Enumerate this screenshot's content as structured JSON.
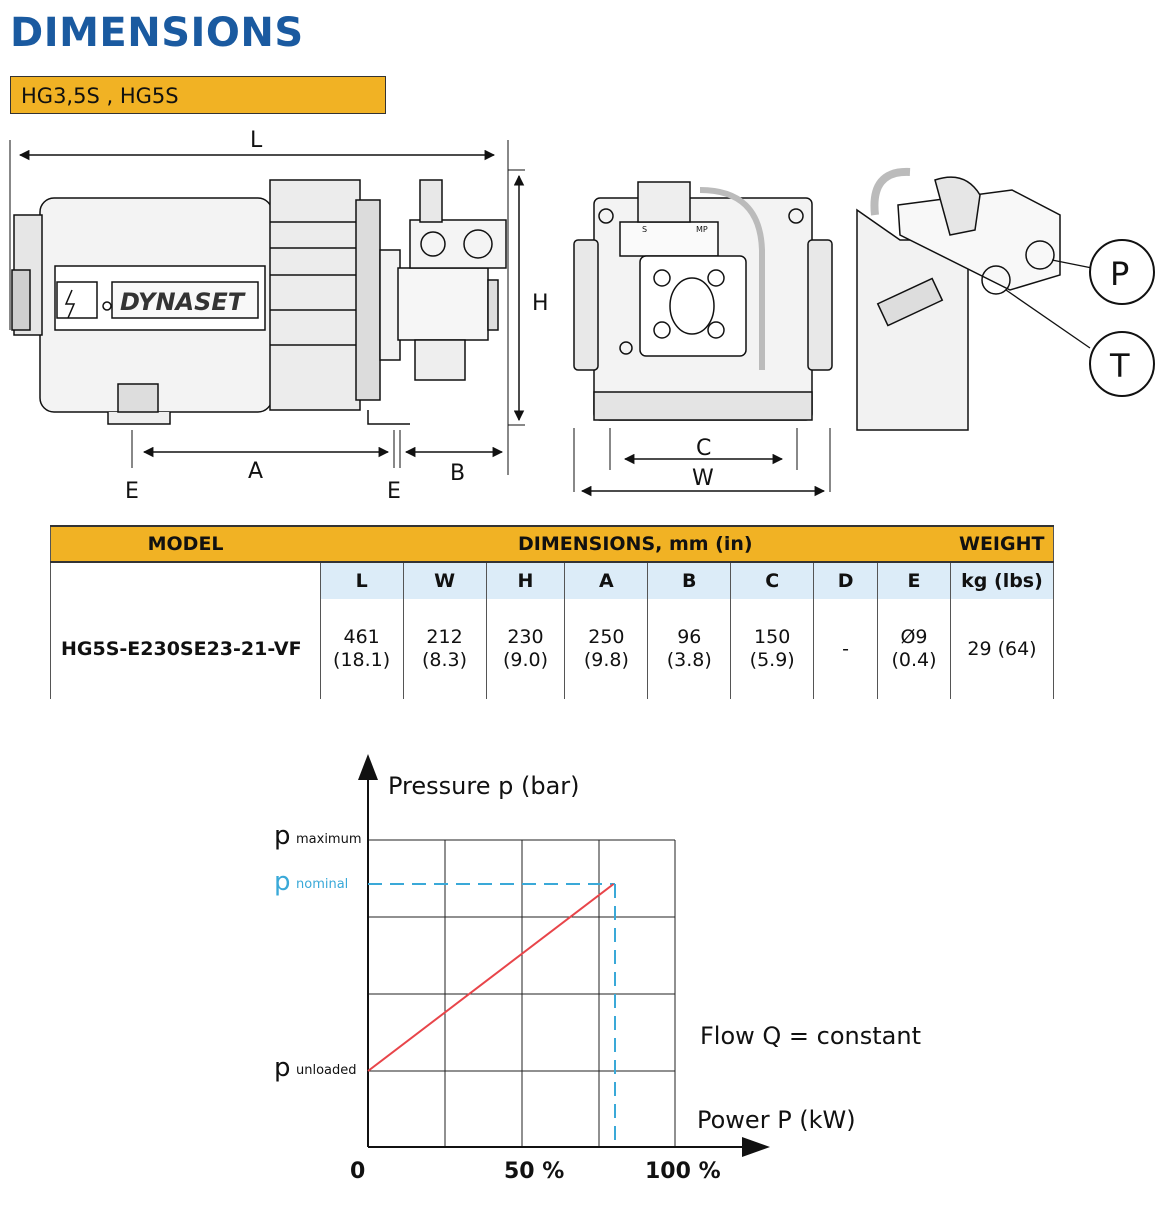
{
  "heading": "DIMENSIONS",
  "model_tag": "HG3,5S , HG5S",
  "drawing": {
    "side_labels": {
      "L": "L",
      "H": "H",
      "A": "A",
      "B": "B",
      "E1": "E",
      "E2": "E"
    },
    "front_labels": {
      "C": "C",
      "W": "W"
    },
    "port_labels": {
      "P": "P",
      "T": "T"
    },
    "brand_text": "DYNASET",
    "valve_labels": {
      "S": "S",
      "MP": "MP"
    }
  },
  "table": {
    "header": {
      "model": "MODEL",
      "dimensions": "DIMENSIONS, mm (in)",
      "weight": "WEIGHT"
    },
    "columns": [
      "L",
      "W",
      "H",
      "A",
      "B",
      "C",
      "D",
      "E"
    ],
    "weight_unit": "kg (lbs)",
    "rows": [
      {
        "model": "HG5S-E230SE23-21-VF",
        "values": [
          {
            "mm": "461",
            "in": "(18.1)"
          },
          {
            "mm": "212",
            "in": "(8.3)"
          },
          {
            "mm": "230",
            "in": "(9.0)"
          },
          {
            "mm": "250",
            "in": "(9.8)"
          },
          {
            "mm": "96",
            "in": "(3.8)"
          },
          {
            "mm": "150",
            "in": "(5.9)"
          },
          {
            "mm": "-",
            "in": ""
          },
          {
            "mm": "Ø9",
            "in": "(0.4)"
          }
        ],
        "weight": "29 (64)"
      }
    ]
  },
  "chart_data": {
    "type": "line",
    "ylabel": "Pressure p (bar)",
    "xlabel": "Power P (kW)",
    "annotation": "Flow Q = constant",
    "x_ticks": [
      "0",
      "50 %",
      "100 %"
    ],
    "y_ticks": [
      {
        "symbol": "p",
        "sub": "maximum"
      },
      {
        "symbol": "p",
        "sub": "nominal"
      },
      {
        "symbol": "p",
        "sub": "unloaded"
      }
    ],
    "grid": true,
    "colors": {
      "line": "#e8454a",
      "nominal": "#3aa9d8",
      "grid": "#222222"
    },
    "series": [
      {
        "x": [
          0,
          80
        ],
        "y": [
          "unloaded",
          "nominal"
        ]
      }
    ]
  }
}
